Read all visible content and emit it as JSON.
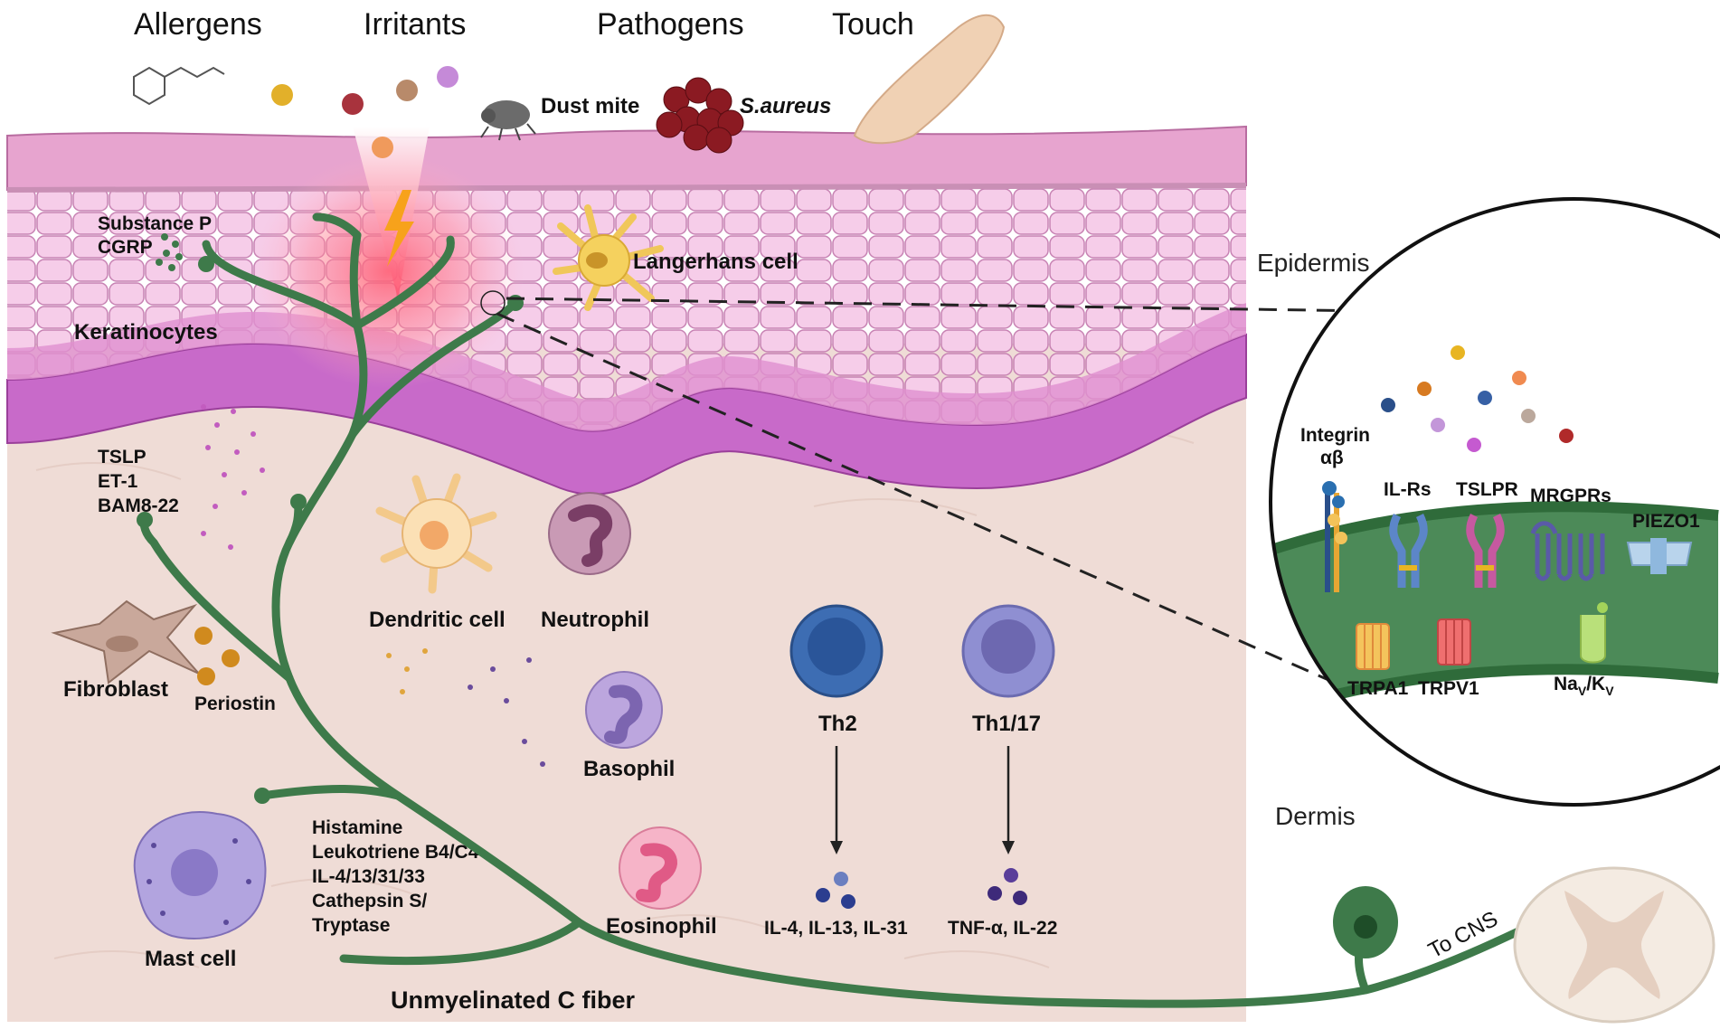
{
  "stimuli": {
    "allergens": "Allergens",
    "irritants": "Irritants",
    "pathogens": "Pathogens",
    "touch": "Touch",
    "dust_mite": "Dust mite",
    "s_aureus": "S.aureus"
  },
  "skin_layers": {
    "epidermis": "Epidermis",
    "dermis": "Dermis"
  },
  "epidermis_labels": {
    "neuropeptides": [
      "Substance P",
      "CGRP"
    ],
    "keratinocytes": "Keratinocytes",
    "langerhans": "Langerhans cell",
    "keratinocyte_mediators": [
      "TSLP",
      "ET-1",
      "BAM8-22"
    ]
  },
  "dermis_cells": {
    "fibroblast": "Fibroblast",
    "periostin": "Periostin",
    "dendritic": "Dendritic cell",
    "neutrophil": "Neutrophil",
    "basophil": "Basophil",
    "eosinophil": "Eosinophil",
    "mast_cell": "Mast cell",
    "mast_mediators": [
      "Histamine",
      "Leukotriene B4/C4",
      "IL-4/13/31/33",
      "Cathepsin S/",
      "Tryptase"
    ],
    "th2": "Th2",
    "th2_cytokines": "IL-4, IL-13, IL-31",
    "th117": "Th1/17",
    "th117_cytokines": "TNF-α, IL-22"
  },
  "nerve": {
    "fiber": "Unmyelinated C fiber",
    "to_cns": "To CNS"
  },
  "receptors": {
    "integrin": [
      "Integrin",
      "αβ"
    ],
    "il_rs": "IL-Rs",
    "tslpr": "TSLPR",
    "mrgprs": "MRGPRs",
    "piezo1": "PIEZO1",
    "trpa1": "TRPA1",
    "trpv1": "TRPV1",
    "nav": "Na",
    "nav_sub": "V",
    "kv_sep": "/K",
    "kv_sub": "V"
  },
  "colors": {
    "nerve": "#3e7a4a",
    "dermis": "#efdcd6",
    "epidermis": "#f2c6e4",
    "basal": "#c86ac9",
    "stratum_corneum": "#e7a4cf",
    "membrane": "#3f7a47"
  }
}
